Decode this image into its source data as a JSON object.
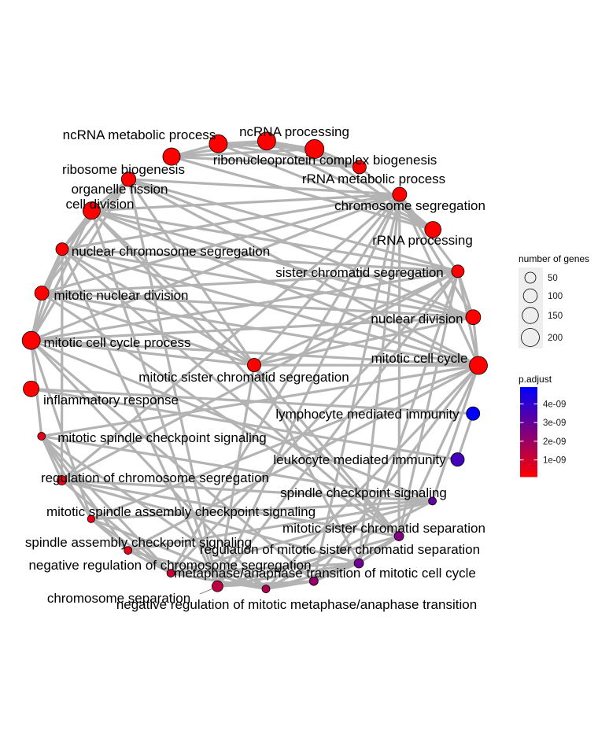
{
  "plot": {
    "background": "#FFFFFF",
    "edge_color": "#B3B3B3",
    "node_stroke": "#000000"
  },
  "nodes": [
    {
      "name": "ncRNA processing",
      "gene_count": 200,
      "p_adjust": 1e-10
    },
    {
      "name": "ribonucleoprotein complex biogenesis",
      "gene_count": 225,
      "p_adjust": 1e-10
    },
    {
      "name": "rRNA metabolic process",
      "gene_count": 90,
      "p_adjust": 1e-10
    },
    {
      "name": "chromosome segregation",
      "gene_count": 105,
      "p_adjust": 1e-10
    },
    {
      "name": "rRNA processing",
      "gene_count": 155,
      "p_adjust": 1e-10
    },
    {
      "name": "sister chromatid segregation",
      "gene_count": 75,
      "p_adjust": 1e-10
    },
    {
      "name": "nuclear division",
      "gene_count": 120,
      "p_adjust": 1e-10
    },
    {
      "name": "mitotic cell cycle",
      "gene_count": 200,
      "p_adjust": 1e-10
    },
    {
      "name": "lymphocyte mediated immunity",
      "gene_count": 90,
      "p_adjust": 4.9e-09
    },
    {
      "name": "leukocyte mediated immunity",
      "gene_count": 90,
      "p_adjust": 3.6e-09
    },
    {
      "name": "spindle checkpoint signaling",
      "gene_count": 15,
      "p_adjust": 3.1e-09
    },
    {
      "name": "mitotic sister chromatid separation",
      "gene_count": 30,
      "p_adjust": 2.5e-09
    },
    {
      "name": "regulation of mitotic sister chromatid separation",
      "gene_count": 30,
      "p_adjust": 2.8e-09
    },
    {
      "name": "metaphase/anaphase transition of mitotic cell cycle",
      "gene_count": 22,
      "p_adjust": 2.1e-09
    },
    {
      "name": "negative regulation of mitotic metaphase/anaphase transition",
      "gene_count": 15,
      "p_adjust": 1.6e-09
    },
    {
      "name": "chromosome separation",
      "gene_count": 50,
      "p_adjust": 1.3e-09
    },
    {
      "name": "negative regulation of chromosome segregation",
      "gene_count": 15,
      "p_adjust": 1.1e-09
    },
    {
      "name": "spindle assembly checkpoint signaling",
      "gene_count": 15,
      "p_adjust": 6.5e-10
    },
    {
      "name": "mitotic spindle assembly checkpoint signaling",
      "gene_count": 12,
      "p_adjust": 5e-10
    },
    {
      "name": "regulation of chromosome segregation",
      "gene_count": 30,
      "p_adjust": 4e-10
    },
    {
      "name": "mitotic spindle checkpoint signaling",
      "gene_count": 15,
      "p_adjust": 5.5e-10
    },
    {
      "name": "inflammatory response",
      "gene_count": 140,
      "p_adjust": 1e-10
    },
    {
      "name": "mitotic cell cycle process",
      "gene_count": 200,
      "p_adjust": 1e-10
    },
    {
      "name": "mitotic nuclear division",
      "gene_count": 105,
      "p_adjust": 1e-10
    },
    {
      "name": "nuclear chromosome segregation",
      "gene_count": 75,
      "p_adjust": 1e-10
    },
    {
      "name": "cell division",
      "gene_count": 180,
      "p_adjust": 1e-10
    },
    {
      "name": "organelle fission",
      "gene_count": 110,
      "p_adjust": 1e-10
    },
    {
      "name": "ribosome biogenesis",
      "gene_count": 180,
      "p_adjust": 1e-10
    },
    {
      "name": "ncRNA metabolic process",
      "gene_count": 200,
      "p_adjust": 1e-10
    },
    {
      "name": "mitotic sister chromatid segregation",
      "gene_count": 90,
      "p_adjust": 1e-10
    }
  ],
  "edges": [
    [
      0,
      1
    ],
    [
      0,
      2
    ],
    [
      0,
      4
    ],
    [
      0,
      27
    ],
    [
      0,
      28
    ],
    [
      1,
      2
    ],
    [
      1,
      4
    ],
    [
      1,
      27
    ],
    [
      1,
      28
    ],
    [
      2,
      4
    ],
    [
      2,
      27
    ],
    [
      2,
      28
    ],
    [
      4,
      27
    ],
    [
      4,
      28
    ],
    [
      27,
      28
    ],
    [
      3,
      5
    ],
    [
      3,
      6
    ],
    [
      3,
      7
    ],
    [
      3,
      22
    ],
    [
      3,
      23
    ],
    [
      3,
      24
    ],
    [
      3,
      25
    ],
    [
      3,
      26
    ],
    [
      3,
      29
    ],
    [
      5,
      6
    ],
    [
      5,
      7
    ],
    [
      5,
      22
    ],
    [
      5,
      23
    ],
    [
      5,
      24
    ],
    [
      5,
      25
    ],
    [
      5,
      26
    ],
    [
      5,
      29
    ],
    [
      6,
      7
    ],
    [
      6,
      22
    ],
    [
      6,
      23
    ],
    [
      6,
      24
    ],
    [
      6,
      25
    ],
    [
      6,
      26
    ],
    [
      6,
      29
    ],
    [
      7,
      22
    ],
    [
      7,
      23
    ],
    [
      7,
      24
    ],
    [
      7,
      25
    ],
    [
      7,
      26
    ],
    [
      7,
      29
    ],
    [
      22,
      23
    ],
    [
      22,
      24
    ],
    [
      22,
      25
    ],
    [
      22,
      26
    ],
    [
      22,
      29
    ],
    [
      23,
      24
    ],
    [
      23,
      25
    ],
    [
      23,
      26
    ],
    [
      23,
      29
    ],
    [
      24,
      25
    ],
    [
      24,
      26
    ],
    [
      24,
      29
    ],
    [
      25,
      26
    ],
    [
      25,
      29
    ],
    [
      26,
      29
    ],
    [
      10,
      17
    ],
    [
      10,
      18
    ],
    [
      10,
      20
    ],
    [
      17,
      18
    ],
    [
      17,
      20
    ],
    [
      18,
      20
    ],
    [
      14,
      10
    ],
    [
      14,
      17
    ],
    [
      14,
      18
    ],
    [
      14,
      20
    ],
    [
      13,
      14
    ],
    [
      12,
      14
    ],
    [
      16,
      14
    ],
    [
      16,
      10
    ],
    [
      16,
      17
    ],
    [
      16,
      18
    ],
    [
      16,
      20
    ],
    [
      12,
      16
    ],
    [
      11,
      12
    ],
    [
      11,
      15
    ],
    [
      11,
      13
    ],
    [
      12,
      13
    ],
    [
      13,
      15
    ],
    [
      12,
      15
    ],
    [
      19,
      16
    ],
    [
      19,
      12
    ],
    [
      19,
      10
    ],
    [
      19,
      20
    ],
    [
      19,
      11
    ],
    [
      11,
      3
    ],
    [
      11,
      5
    ],
    [
      11,
      29
    ],
    [
      11,
      24
    ],
    [
      11,
      7
    ],
    [
      15,
      3
    ],
    [
      15,
      5
    ],
    [
      15,
      29
    ],
    [
      15,
      24
    ],
    [
      13,
      7
    ],
    [
      13,
      22
    ],
    [
      13,
      3
    ],
    [
      12,
      5
    ],
    [
      12,
      3
    ],
    [
      12,
      29
    ],
    [
      19,
      3
    ],
    [
      19,
      5
    ],
    [
      19,
      24
    ],
    [
      10,
      7
    ],
    [
      10,
      22
    ],
    [
      20,
      7
    ],
    [
      20,
      22
    ],
    [
      18,
      7
    ],
    [
      18,
      22
    ],
    [
      17,
      7
    ],
    [
      16,
      3
    ],
    [
      16,
      5
    ],
    [
      14,
      7
    ],
    [
      14,
      22
    ],
    [
      25,
      11
    ],
    [
      23,
      11
    ],
    [
      26,
      15
    ],
    [
      25,
      15
    ],
    [
      8,
      9
    ],
    [
      9,
      21
    ],
    [
      8,
      21
    ]
  ],
  "legend": {
    "size": {
      "title": "number of genes",
      "breaks": [
        50,
        100,
        150,
        200
      ]
    },
    "color": {
      "title": "p.adjust",
      "low_color": "#FF0000",
      "high_color": "#0000FF",
      "range": [
        1e-10,
        4.9e-09
      ],
      "ticks": [
        {
          "label": "4e-09",
          "value": 4e-09
        },
        {
          "label": "3e-09",
          "value": 3e-09
        },
        {
          "label": "2e-09",
          "value": 2e-09
        },
        {
          "label": "1e-09",
          "value": 1e-09
        }
      ]
    }
  }
}
